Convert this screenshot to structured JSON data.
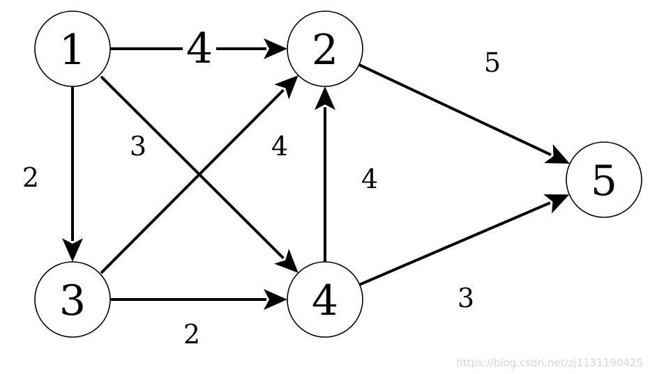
{
  "diagram": {
    "nodes": [
      {
        "id": "1",
        "label": "1"
      },
      {
        "id": "2",
        "label": "2"
      },
      {
        "id": "3",
        "label": "3"
      },
      {
        "id": "4",
        "label": "4"
      },
      {
        "id": "5",
        "label": "5"
      }
    ],
    "edges": [
      {
        "from": "1",
        "to": "2",
        "weight": "4"
      },
      {
        "from": "1",
        "to": "3",
        "weight": "2"
      },
      {
        "from": "1",
        "to": "4",
        "weight": "3"
      },
      {
        "from": "3",
        "to": "2",
        "weight": "4"
      },
      {
        "from": "3",
        "to": "4",
        "weight": "2"
      },
      {
        "from": "4",
        "to": "2",
        "weight": "4"
      },
      {
        "from": "2",
        "to": "5",
        "weight": "5"
      },
      {
        "from": "4",
        "to": "5",
        "weight": "3"
      }
    ]
  },
  "watermark": "https://blog.csdn.net/zj1131190425",
  "colors": {
    "stroke": "#000000",
    "background": "#ffffff",
    "watermark": "#d6d6d6"
  }
}
